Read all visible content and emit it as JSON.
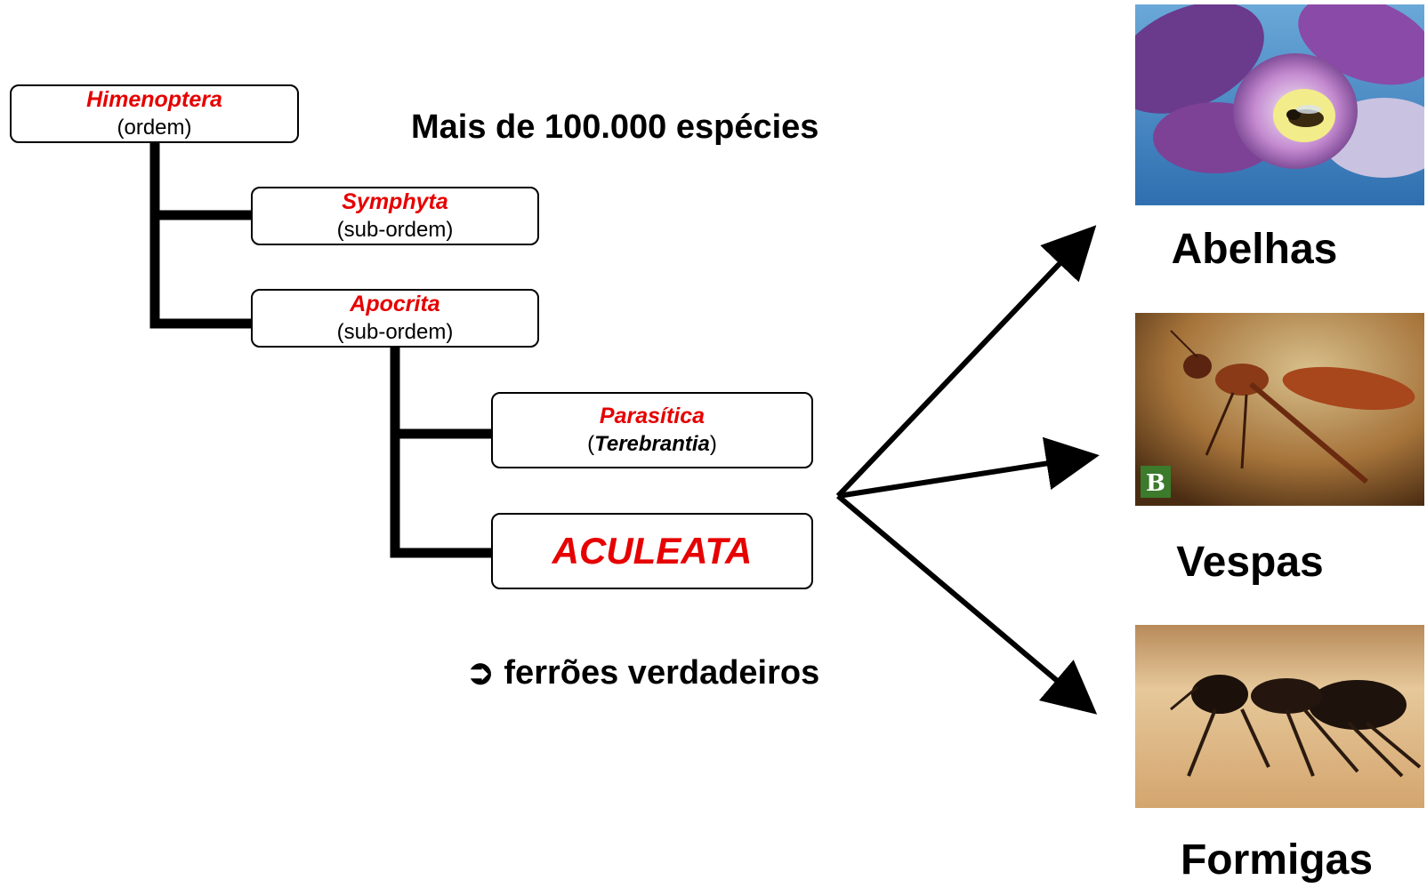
{
  "tree": {
    "root": {
      "name": "Himenoptera",
      "rank": "(ordem)"
    },
    "symphyta": {
      "name": "Symphyta",
      "rank": "(sub-ordem)"
    },
    "apocrita": {
      "name": "Apocrita",
      "rank": "(sub-ordem)"
    },
    "parasitica": {
      "name": "Parasítica",
      "rank_open": "(",
      "rank_name": "Terebrantia",
      "rank_close": ")"
    },
    "aculeata": {
      "name": "ACULEATA"
    }
  },
  "species_count": "Mais de 100.000 espécies",
  "feature": {
    "bullet": "➲",
    "text": "ferrões verdadeiros"
  },
  "groups": [
    {
      "label": "Abelhas",
      "photo": "bee-on-orchid"
    },
    {
      "label": "Vespas",
      "photo": "wasp"
    },
    {
      "label": "Formigas",
      "photo": "ant"
    }
  ],
  "logo_text": "B",
  "colors": {
    "taxon": "#e60000",
    "line": "#000000"
  }
}
